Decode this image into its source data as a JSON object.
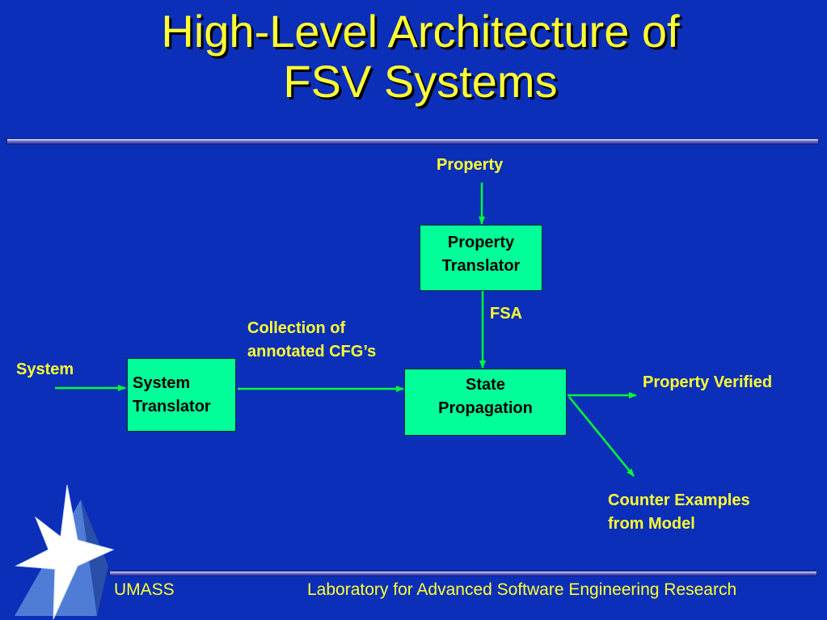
{
  "slide": {
    "title_line1": "High-Level Architecture of",
    "title_line2": "FSV Systems"
  },
  "diagram": {
    "property_input": "Property",
    "property_translator": [
      "Property",
      "Translator"
    ],
    "fsa_label": "FSA",
    "collection_label": [
      "Collection of",
      "annotated CFG’s"
    ],
    "system_input": "System",
    "system_translator": [
      "System",
      "Translator"
    ],
    "state_propagation": [
      "State",
      "Propagation"
    ],
    "property_verified": "Property Verified",
    "counter_examples": [
      "Counter Examples",
      "from Model"
    ]
  },
  "footer": {
    "left": "UMASS",
    "right": "Laboratory for Advanced Software Engineering Research"
  },
  "colors": {
    "background": "#0b2fb8",
    "text": "#ffff33",
    "box_fill": "#00ff99",
    "arrow": "#00ff33"
  }
}
